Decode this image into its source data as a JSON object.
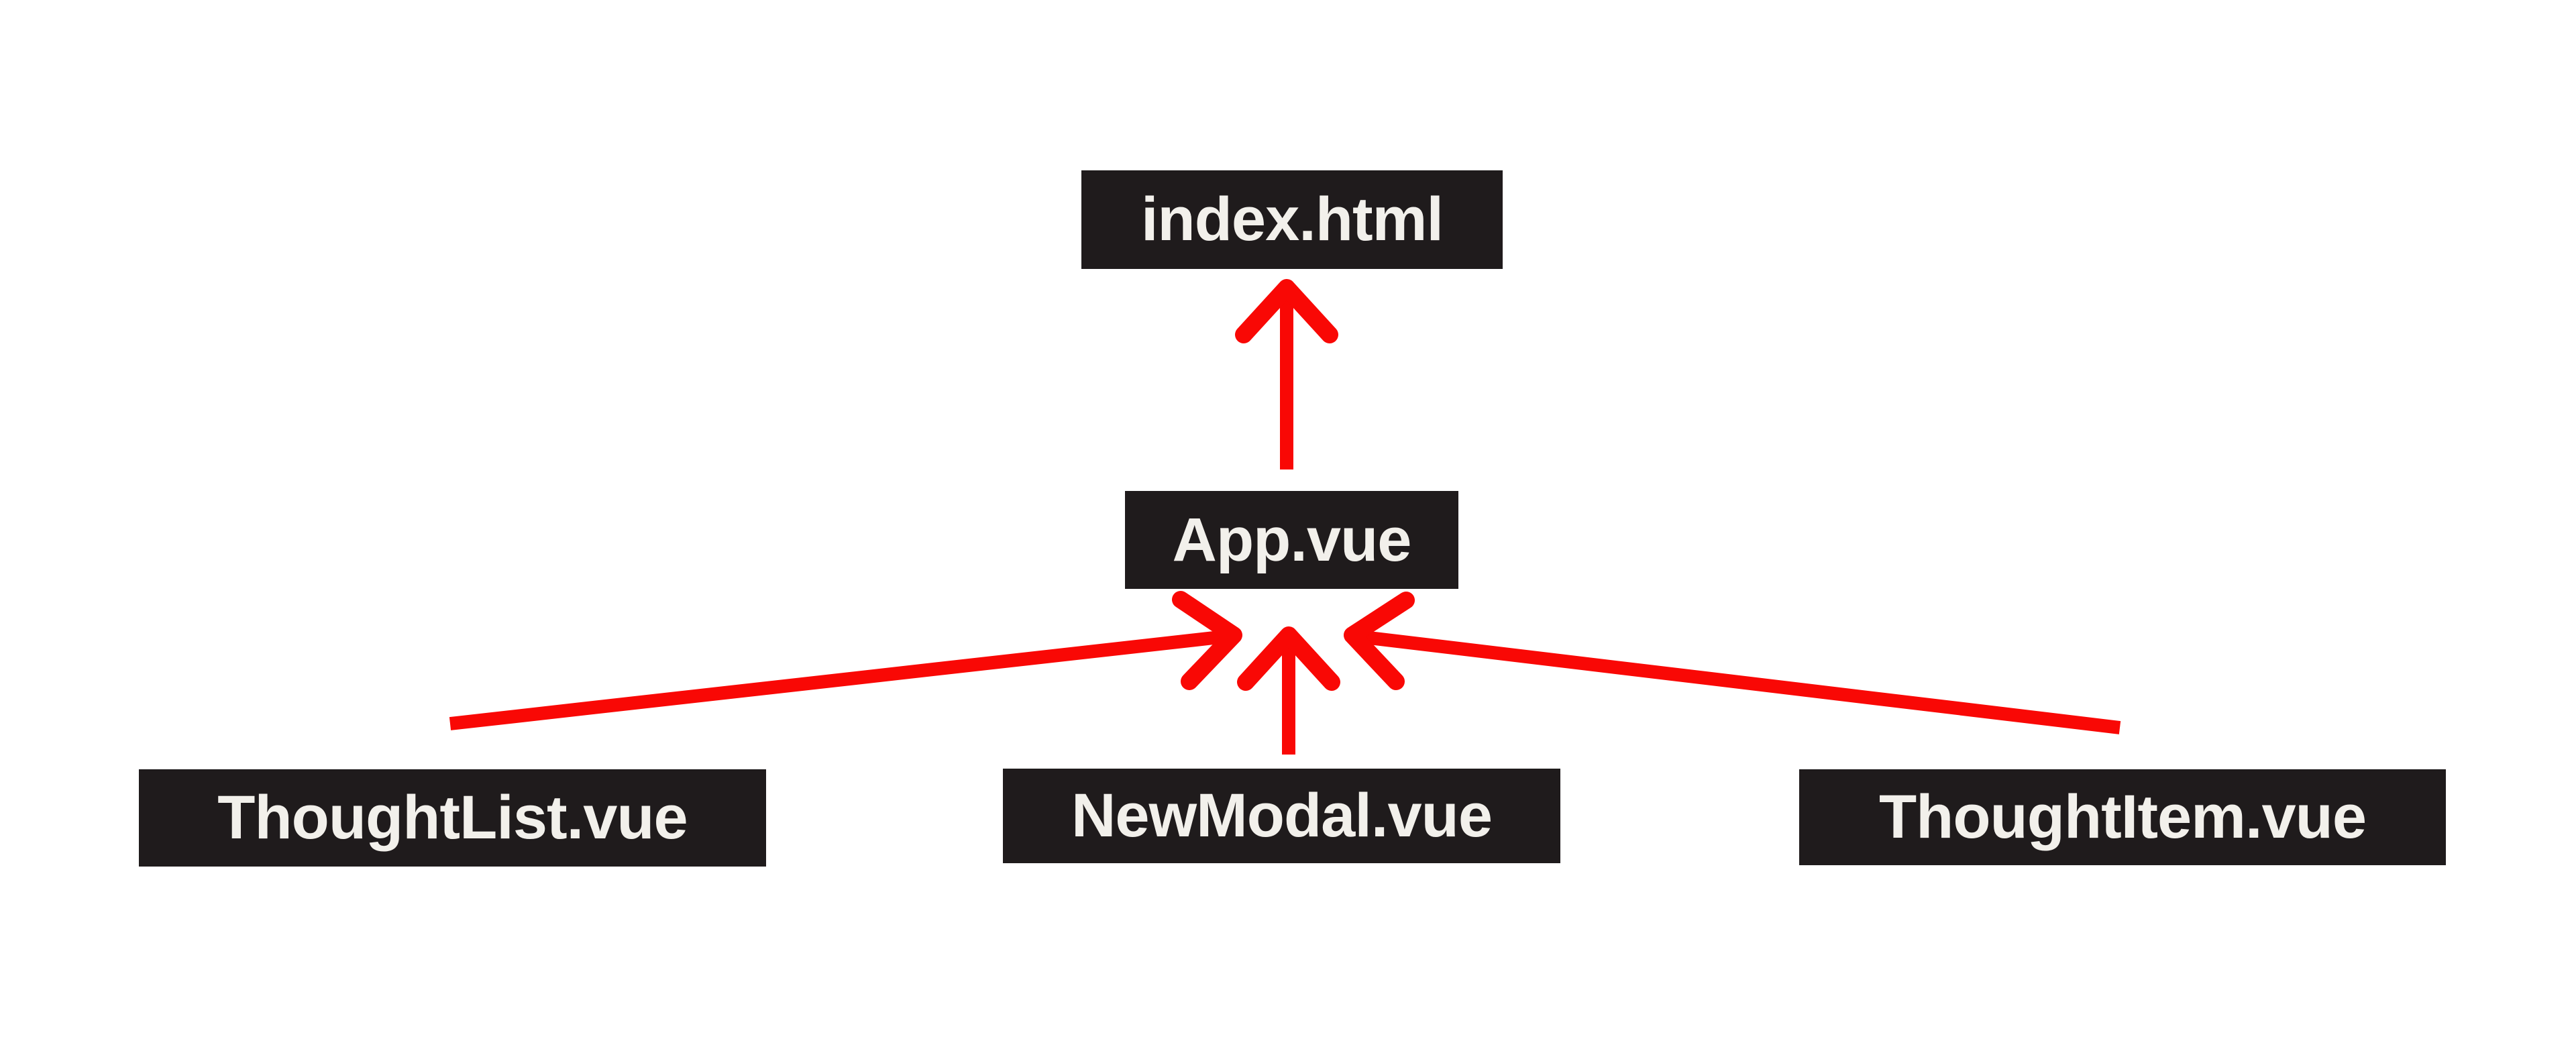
{
  "diagram": {
    "type": "component-hierarchy",
    "nodes": [
      {
        "id": "index-html",
        "label": "index.html",
        "level": "top"
      },
      {
        "id": "app-vue",
        "label": "App.vue",
        "level": "middle"
      },
      {
        "id": "thought-list-vue",
        "label": "ThoughtList.vue",
        "level": "bottom"
      },
      {
        "id": "new-modal-vue",
        "label": "NewModal.vue",
        "level": "bottom"
      },
      {
        "id": "thought-item-vue",
        "label": "ThoughtItem.vue",
        "level": "bottom"
      }
    ],
    "edges": [
      {
        "from": "App.vue",
        "to": "index.html"
      },
      {
        "from": "ThoughtList.vue",
        "to": "App.vue"
      },
      {
        "from": "NewModal.vue",
        "to": "App.vue"
      },
      {
        "from": "ThoughtItem.vue",
        "to": "App.vue"
      }
    ],
    "colors": {
      "background": "#FFFFFF",
      "node_background": "#1F1B1C",
      "node_text": "#F2F0EB",
      "arrow": "#F90805"
    }
  }
}
